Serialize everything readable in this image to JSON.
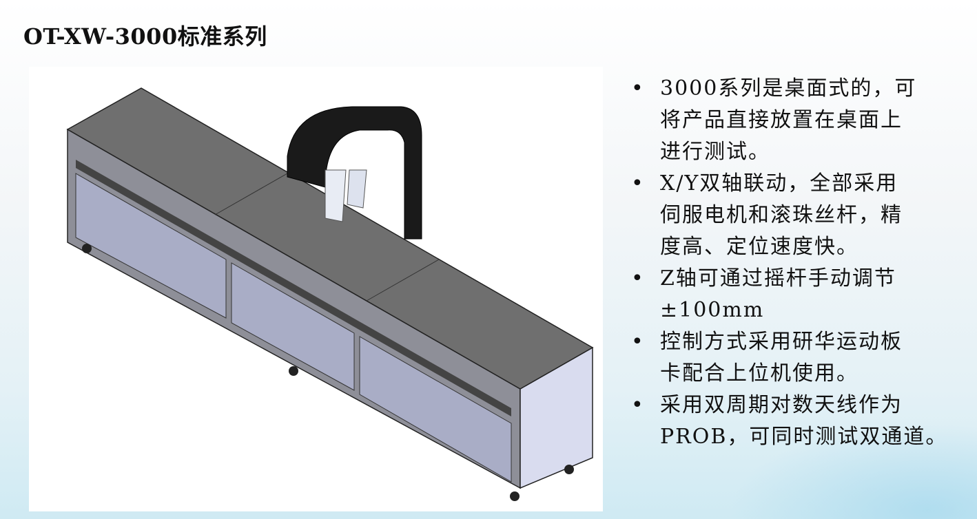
{
  "slide": {
    "title": "OT-XW-3000标准系列",
    "bullets": [
      {
        "lines": [
          "3000系列是桌面式的，可",
          "将产品直接放置在桌面上",
          "进行测试。"
        ]
      },
      {
        "lines": [
          "X/Y双轴联动，全部采用",
          "伺服电机和滚珠丝杆，精",
          "度高、定位速度快。"
        ]
      },
      {
        "lines": [
          "Z轴可通过摇杆手动调节",
          "±100mm"
        ]
      },
      {
        "lines": [
          "控制方式采用研华运动板",
          "卡配合上位机使用。"
        ]
      },
      {
        "lines": [
          "采用双周期对数天线作为",
          "PROB，可同时测试双通道。"
        ]
      }
    ],
    "bullet_symbol": "•"
  }
}
